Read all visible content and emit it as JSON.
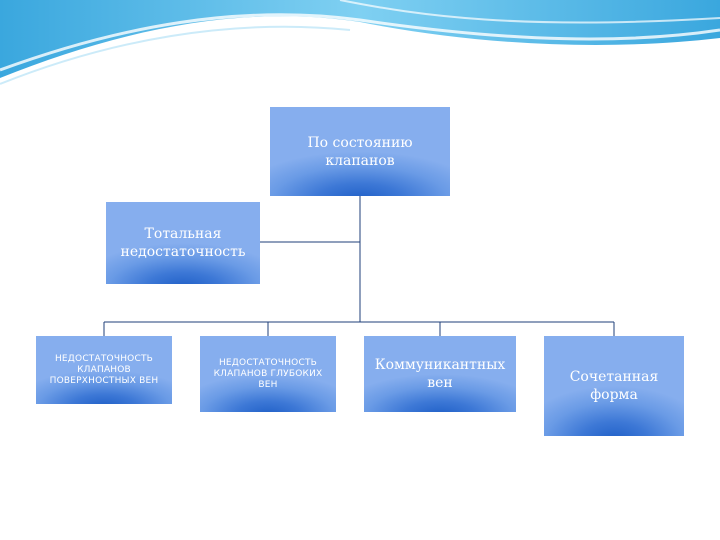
{
  "diagram": {
    "root": "По состоянию клапанов",
    "level1": "Тотальная недостаточность",
    "leaves": [
      "НЕДОСТАТОЧНОСТЬ КЛАПАНОВ ПОВЕРХНОСТНЫХ ВЕН",
      "НЕДОСТАТОЧНОСТЬ КЛАПАНОВ ГЛУБОКИХ ВЕН",
      "Коммуникантных вен",
      "Сочетанная форма"
    ]
  },
  "colors": {
    "box_light": "#86aeee",
    "box_dark": "#1f5fc7",
    "connector": "#1f3f7a",
    "wave": "#4fb3e6"
  }
}
